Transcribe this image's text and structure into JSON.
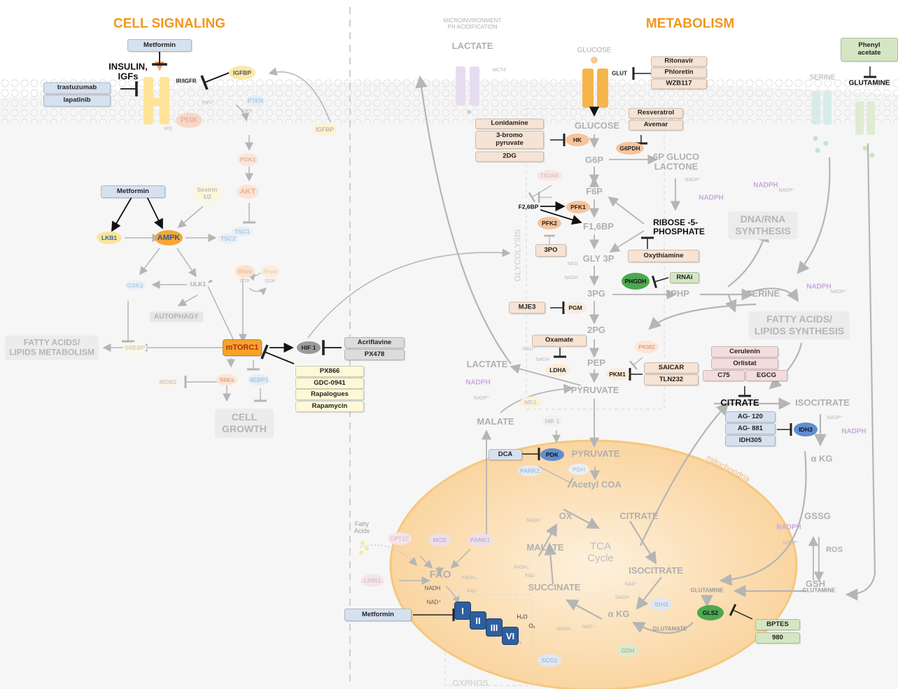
{
  "titles": {
    "cell_signaling": "CELL SIGNALING",
    "metabolism": "METABOLISM"
  },
  "signaling": {
    "metformin_top": "Metformin",
    "insulin": "INSULIN,\nIGFs",
    "ir_igfr": "IR/IGFR",
    "igfbp": "IGFBP",
    "igfbp2": "IGFBP",
    "trastuzumab": "trastuzumab",
    "lapatinib": "lapatinib",
    "pip2": "PIP2",
    "pip3": "PIP3",
    "pten": "PTEN",
    "pi3k": "PI3K",
    "irs": "IRS",
    "pdk1": "PDK1",
    "akt": "AKT",
    "sestrin": "Sestrin\n1/2",
    "metformin_mid": "Metformin",
    "lkb1": "LKB1",
    "ampk": "AMPK",
    "tsc1": "TSC1",
    "tsc2": "TSC2",
    "rheb1": "Rheb",
    "rheb2": "Rheb",
    "gtp": "GTP",
    "gdp": "GDP",
    "gsk3": "GSK3",
    "ulk1": "ULK1",
    "autophagy": "AUTOPHAGY",
    "fatty_acids_metab": "FATTY ACIDS/\nLIPIDS METABOLISM",
    "srebp": "SREBP",
    "mtorc1": "mTORC1",
    "hif1": "HIF 1",
    "acriflavine": "Acriflavine",
    "px478": "PX478",
    "px866": "PX866",
    "gdc": "GDC-0941",
    "rapalogues": "Rapalogues",
    "rapamycin": "Rapamycin",
    "mdm2": "MDM2",
    "s6ks": "S6Ks",
    "ebp1": "4EBP1",
    "cell_growth": "CELL\nGROWTH"
  },
  "metab": {
    "microenv": "MICROINVIRONMENT\nPH ACIDIFICATION",
    "lactate_top": "LACTATE",
    "mct4": "MCT4",
    "glucose_top": "GLUCOSE",
    "glut": "GLUT",
    "ritonavir": "Ritonavir",
    "phloretin": "Phloretin",
    "wzb117": "WZB117",
    "phenyl": "Phenyl\nacetate",
    "glutamine_top": "GLUTAMINE",
    "serine_top": "SERINE",
    "lonidamine": "Lonidamine",
    "bromo": "3-bromo\npyruvate",
    "twodg": "2DG",
    "hk": "HK",
    "glucose_in": "GLUCOSE",
    "resveratrol": "Resveratrol",
    "avemar": "Avemar",
    "g6pdh": "G6PDH",
    "g6p": "G6P",
    "sixpg": "6P GLUCO\nLACTONE",
    "nadp_a": "NADP⁺",
    "nadph_a": "NADPH",
    "tigar": "TIGAR",
    "f6p": "F6P",
    "f26bp": "F2,6BP",
    "pfk1": "PFK1",
    "pfk2": "PFK2",
    "f16bp": "F1,6BP",
    "threepo": "3PO",
    "ribose": "RIBOSE -5-\nPHOSPHATE",
    "oxythiamine": "Oxythiamine",
    "dna": "DNA/RNA\nSYNTHESIS",
    "nadph_b": "NADPH",
    "nadp_b": "NADP⁺",
    "gly3p": "GLY 3P",
    "nad1": "NAD",
    "nadh1": "NADH",
    "phgdh": "PHGDH",
    "rnai": "RNAi",
    "threepg": "3PG",
    "threephp": "3PHP",
    "serine_mid": "SERINE",
    "fatty_synth": "FATTY ACIDS/\nLIPIDS SYNTHESIS",
    "nadph_c": "NADPH",
    "nadp_c": "NADP⁺",
    "mje3": "MJE3",
    "pgm": "PGM",
    "twopg": "2PG",
    "glycolysis": "GLYCOLYSIS",
    "oxamate": "Oxamate",
    "nad2": "NAD⁺",
    "nadh2": "NADH",
    "ldha": "LDHA",
    "pkm2": "PKM2",
    "pep": "PEP",
    "pkm1": "PKM1",
    "saicar": "SAICAR",
    "tln232": "TLN232",
    "cerulenin": "Cerulenin",
    "orlistat": "Orlistat",
    "c75": "C75",
    "egcg": "EGCG",
    "lactate_mid": "LACTATE",
    "pyruvate": "PYRUVATE",
    "nadph_d": "NADPH",
    "nadp_d": "NADP⁺",
    "me1": "ME1",
    "malate": "MALATE",
    "citrate": "CITRATE",
    "isocitrate": "ISOCITRATE",
    "ag120": "AG- 120",
    "ag881": "AG- 881",
    "idh305": "IDH305",
    "idh3": "IDH3",
    "nadp_e": "NADP⁺",
    "nadph_e": "NADPH",
    "akg_cyto": "α KG",
    "hif1b": "HIF 1",
    "dca": "DCA",
    "pdk": "PDK",
    "pyruvate_m": "PYRUVATE",
    "park2": "PARK2",
    "pdh": "PDH",
    "acetyl": "Acetyl COA",
    "mitochondria": "mitochondria",
    "ox": "OX",
    "citrate_m": "CITRATE",
    "nadh_m1": "NADH",
    "malate_m": "MALATE",
    "tca": "TCA\nCycle",
    "isocitrate_m": "ISOCITRATE",
    "fadh2": "FADH₂",
    "fad": "FAD",
    "succinate": "SUCCINATE",
    "nad_m": "NAD⁺",
    "nadh_m2": "NADH",
    "idh3_m": "IDH3",
    "akg_m": "α KG",
    "nadh_m3": "NADH",
    "nad_m3": "NAD⁺",
    "glutamine_m": "GLUTAMINE",
    "gls2": "GLS2",
    "glutamate": "GLUTAMATE",
    "gdh": "GDH",
    "bptes": "BPTES",
    "n980": "980",
    "glutamine_r": "GLUTAMINE",
    "gssg": "GSSG",
    "gsh": "GSH",
    "ros": "ROS",
    "nadph_f": "NADPH",
    "nadp_f": "NADP⁺",
    "fatty_acids": "Fatty\nAcids",
    "cpt1c": "CPT1C",
    "mcd": "MCD",
    "pank1": "PANK1",
    "lpin1": "LPIN1",
    "fao": "FAO",
    "fadh2_b": "FADH₂",
    "nadh_fao": "NADH",
    "nad_fao": "NAD⁺",
    "fad_b": "FAD",
    "metformin_bot": "Metformin",
    "c1": "I",
    "c2": "II",
    "c3": "III",
    "c4": "VI",
    "h2o": "H₂O",
    "o2": "O₂",
    "sco2": "SCO2",
    "oxphos": "OXPHOS"
  },
  "colors": {
    "accent": "#f0961e",
    "blue_drug": "#d6e1ef",
    "peach_drug": "#f6e3d4",
    "yellow_drug": "#fdf8d8",
    "green_drug": "#d5e6c3",
    "pink_drug": "#f3dcdc",
    "mito": "#fbd79a"
  }
}
